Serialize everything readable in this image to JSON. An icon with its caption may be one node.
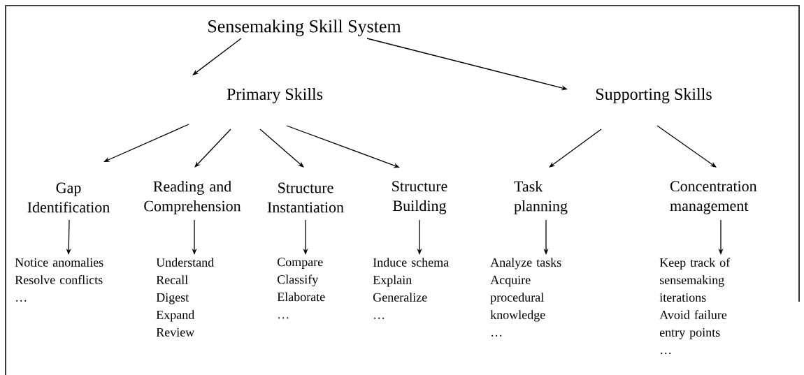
{
  "diagram": {
    "nodes": [
      {
        "text": [
          "Sensemaking Skill System"
        ]
      },
      {
        "text": [
          "Primary Skills"
        ]
      },
      {
        "text": [
          "Supporting Skills"
        ]
      },
      {
        "text": [
          "Gap Identification"
        ]
      },
      {
        "text": [
          "Reading and Comprehension"
        ]
      },
      {
        "text": [
          "Structure Instantiation"
        ]
      },
      {
        "text": [
          "Structure Building"
        ]
      },
      {
        "text": [
          "Task planning"
        ]
      },
      {
        "text": [
          "Concentration management"
        ]
      },
      {
        "text": [
          "Notice anomalies",
          "Resolve conflicts",
          "…"
        ]
      },
      {
        "text": [
          "Understand",
          "Recall",
          "Digest",
          "Expand",
          "Review"
        ]
      },
      {
        "text": [
          "Compare",
          "Classify",
          "Elaborate",
          "…"
        ]
      },
      {
        "text": [
          "Induce schema",
          "Explain",
          "Generalize",
          "…"
        ]
      },
      {
        "text": [
          "Analyze tasks",
          "Acquire procedural knowledge",
          "…"
        ]
      },
      {
        "text": [
          "Keep track of sensemaking iterations",
          "Avoid failure entry points",
          "…"
        ]
      }
    ],
    "edges": [
      {
        "from": 0,
        "to": 1,
        "arrow": "to"
      },
      {
        "from": 0,
        "to": 2,
        "arrow": "to"
      },
      {
        "from": 1,
        "to": 3,
        "arrow": "to"
      },
      {
        "from": 1,
        "to": 4,
        "arrow": "to"
      },
      {
        "from": 1,
        "to": 5,
        "arrow": "to"
      },
      {
        "from": 1,
        "to": 6,
        "arrow": "to"
      },
      {
        "from": 2,
        "to": 7,
        "arrow": "to"
      },
      {
        "from": 2,
        "to": 8,
        "arrow": "to"
      },
      {
        "from": 3,
        "to": 9,
        "arrow": "to"
      },
      {
        "from": 4,
        "to": 10,
        "arrow": "to"
      },
      {
        "from": 5,
        "to": 11,
        "arrow": "to"
      },
      {
        "from": 6,
        "to": 12,
        "arrow": "to"
      },
      {
        "from": 7,
        "to": 13,
        "arrow": "to"
      },
      {
        "from": 8,
        "to": 14,
        "arrow": "to"
      }
    ]
  }
}
